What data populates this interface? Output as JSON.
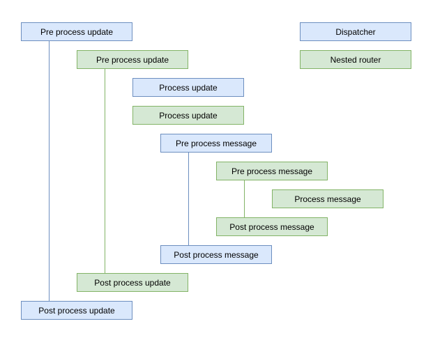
{
  "diagram": {
    "background": "#ffffff",
    "colors": {
      "blue_fill": "#dae8fc",
      "blue_border": "#6c8ebf",
      "green_fill": "#d5e8d4",
      "green_border": "#82b366",
      "text": "#000000"
    },
    "nodes": [
      {
        "label": "Pre process update",
        "color": "blue"
      },
      {
        "label": "Dispatcher",
        "color": "blue"
      },
      {
        "label": "Pre process update",
        "color": "green"
      },
      {
        "label": "Nested router",
        "color": "green"
      },
      {
        "label": "Process update",
        "color": "blue"
      },
      {
        "label": "Process update",
        "color": "green"
      },
      {
        "label": "Pre process message",
        "color": "blue"
      },
      {
        "label": "Pre process message",
        "color": "green"
      },
      {
        "label": "Process message",
        "color": "green"
      },
      {
        "label": "Post process message",
        "color": "green"
      },
      {
        "label": "Post process message",
        "color": "blue"
      },
      {
        "label": "Post process update",
        "color": "green"
      },
      {
        "label": "Post process update",
        "color": "blue"
      }
    ],
    "edges": [
      {
        "connects": "Pre process update (outer) to Post process update (outer)",
        "color": "#6c8ebf"
      },
      {
        "connects": "Pre process update (nested) to Post process update (nested)",
        "color": "#82b366"
      },
      {
        "connects": "Pre process message (outer) to Post process message (outer)",
        "color": "#6c8ebf"
      },
      {
        "connects": "Pre process message (nested) to Post process message (nested)",
        "color": "#82b366"
      }
    ]
  }
}
